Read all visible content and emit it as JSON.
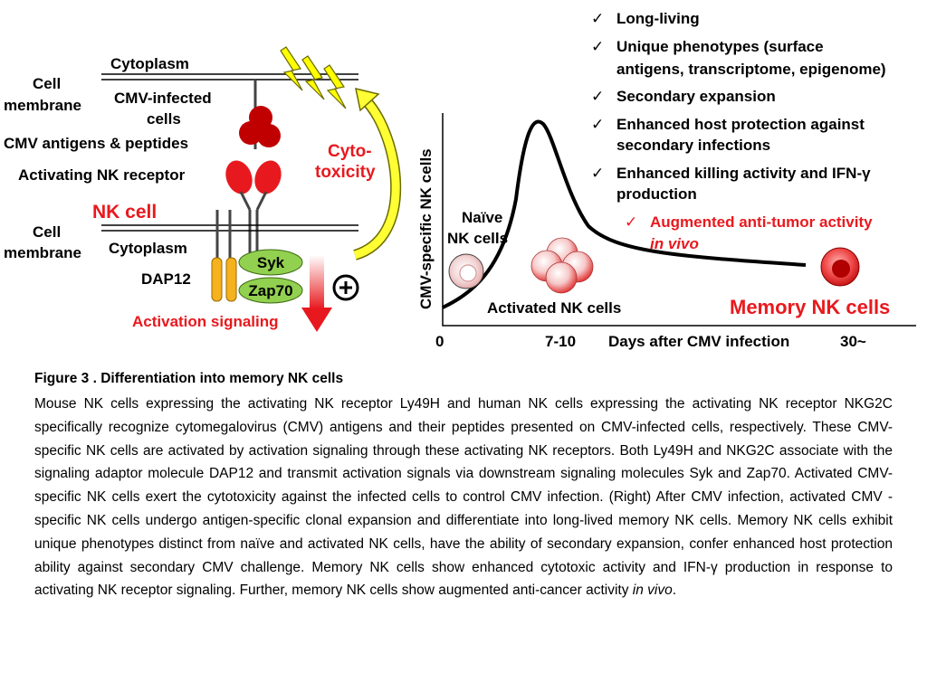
{
  "left_panel": {
    "cytoplasm_top": "Cytoplasm",
    "cell_membrane_top": [
      "Cell",
      "membrane"
    ],
    "infected_cells": [
      "CMV-infected",
      "cells"
    ],
    "antigens": "CMV antigens & peptides",
    "receptor": "Activating NK receptor",
    "nk_cell": "NK cell",
    "cell_membrane_bottom": [
      "Cell",
      "membrane"
    ],
    "cytoplasm_bottom": "Cytoplasm",
    "dap12": "DAP12",
    "syk": "Syk",
    "zap70": "Zap70",
    "plus": "+",
    "activation_signaling": "Activation signaling",
    "cytotoxicity": [
      "Cyto-",
      "toxicity"
    ]
  },
  "right_panel": {
    "features": [
      "Long-living",
      "Unique phenotypes (surface",
      "antigens, transcriptome, epigenome)",
      "Secondary expansion",
      "Enhanced host protection  against",
      "secondary infections",
      "Enhanced killing activity and  IFN-γ",
      "production"
    ],
    "check": "✓",
    "red_feature": [
      "Augmented anti-tumor activity",
      "in vivo"
    ],
    "y_axis_label": "CMV-specific NK cells",
    "naive_label": [
      "Naïve",
      "NK cells"
    ],
    "activated_label": "Activated NK cells",
    "memory_label": "Memory NK cells",
    "x_ticks": [
      "0",
      "7-10",
      "30~"
    ],
    "x_axis_label": "Days after CMV infection"
  },
  "caption": {
    "title": "Figure 3 . Differentiation into memory NK cells",
    "body_before_italic": "Mouse NK cells expressing the activating NK receptor Ly49H and human NK cells expressing the activating NK receptor NKG2C specifically recognize cytomegalovirus (CMV) antigens and their peptides presented on CMV-infected cells, respectively. These CMV-specific NK cells are activated by activation signaling through these activating NK receptors. Both Ly49H and NKG2C associate with the signaling adaptor molecule DAP12 and transmit activation signals via downstream signaling molecules Syk and Zap70. Activated CMV-specific NK cells exert the cytotoxicity against the infected cells to control CMV infection. (Right) After CMV infection, activated CMV -specific NK cells undergo antigen-specific clonal expansion and differentiate into long-lived memory NK cells. Memory NK cells exhibit unique phenotypes distinct from naïve and activated NK cells, have the ability of secondary expansion, confer enhanced host protection ability against secondary CMV challenge. Memory NK cells show enhanced cytotoxic activity and IFN-γ production in response to activating NK receptor signaling. Further, memory NK cells show augmented anti-cancer activity ",
    "body_italic": "in vivo",
    "body_after_italic": "."
  },
  "colors": {
    "red": "#e8191e",
    "dark_red": "#c00000",
    "orange": "#f5b21d",
    "green": "#92d050",
    "yellow": "#ffff00"
  }
}
